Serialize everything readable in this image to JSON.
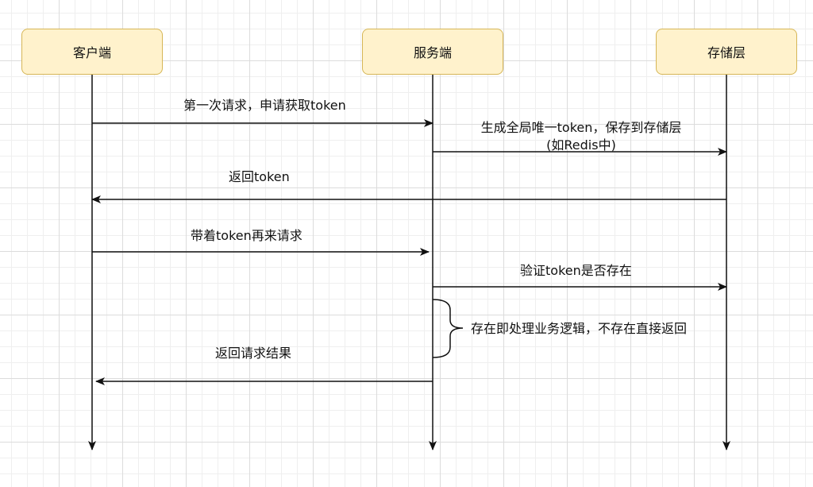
{
  "actors": {
    "client": "客户端",
    "server": "服务端",
    "storage": "存储层"
  },
  "messages": {
    "first_request": "第一次请求，申请获取token",
    "generate_token_line1": "生成全局唯一token，保存到存储层",
    "generate_token_line2": "(如Redis中)",
    "return_token": "返回token",
    "request_with_token": "带着token再来请求",
    "verify_token": "验证token是否存在",
    "process_note": "存在即处理业务逻辑，不存在直接返回",
    "return_result": "返回请求结果"
  },
  "colors": {
    "actor_fill": "#fff2cc",
    "actor_border": "#d6b656",
    "line": "#111111"
  }
}
